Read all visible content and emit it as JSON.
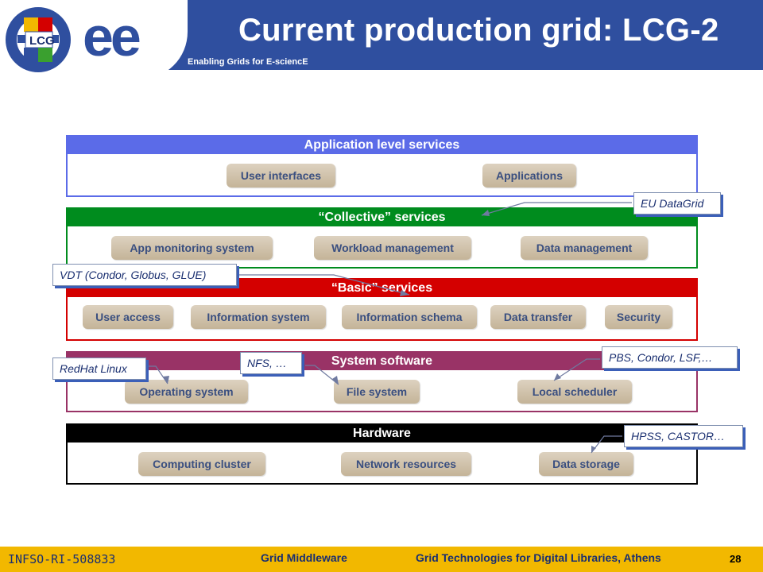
{
  "header": {
    "title": "Current production grid: LCG-2",
    "tagline": "Enabling Grids for E-sciencE",
    "logo_text": "LCG",
    "logo_brand": "ee"
  },
  "colors": {
    "header_bg": "#2f4f9f",
    "application": "#5b6be8",
    "collective": "#008c1e",
    "basic": "#d40000",
    "system": "#993366",
    "hardware": "#000000",
    "footer": "#f2b800"
  },
  "layers": {
    "application": {
      "title": "Application level services",
      "items": [
        "User interfaces",
        "Applications"
      ]
    },
    "collective": {
      "title": "“Collective” services",
      "items": [
        "App monitoring system",
        "Workload management",
        "Data management"
      ]
    },
    "basic": {
      "title": "“Basic” services",
      "items": [
        "User access",
        "Information system",
        "Information schema",
        "Data transfer",
        "Security"
      ]
    },
    "system": {
      "title": "System software",
      "items": [
        "Operating system",
        "File system",
        "Local scheduler"
      ]
    },
    "hardware": {
      "title": "Hardware",
      "items": [
        "Computing cluster",
        "Network resources",
        "Data storage"
      ]
    }
  },
  "callouts": {
    "eu_datagrid": "EU DataGrid",
    "vdt": "VDT (Condor, Globus, GLUE)",
    "redhat": "RedHat Linux",
    "nfs": "NFS, …",
    "pbs": "PBS, Condor, LSF,…",
    "hpss": "HPSS, CASTOR…"
  },
  "footer": {
    "project_id": "INFSO-RI-508833",
    "section": "Grid Middleware",
    "event": "Grid Technologies for Digital Libraries, Athens",
    "page": "28"
  }
}
